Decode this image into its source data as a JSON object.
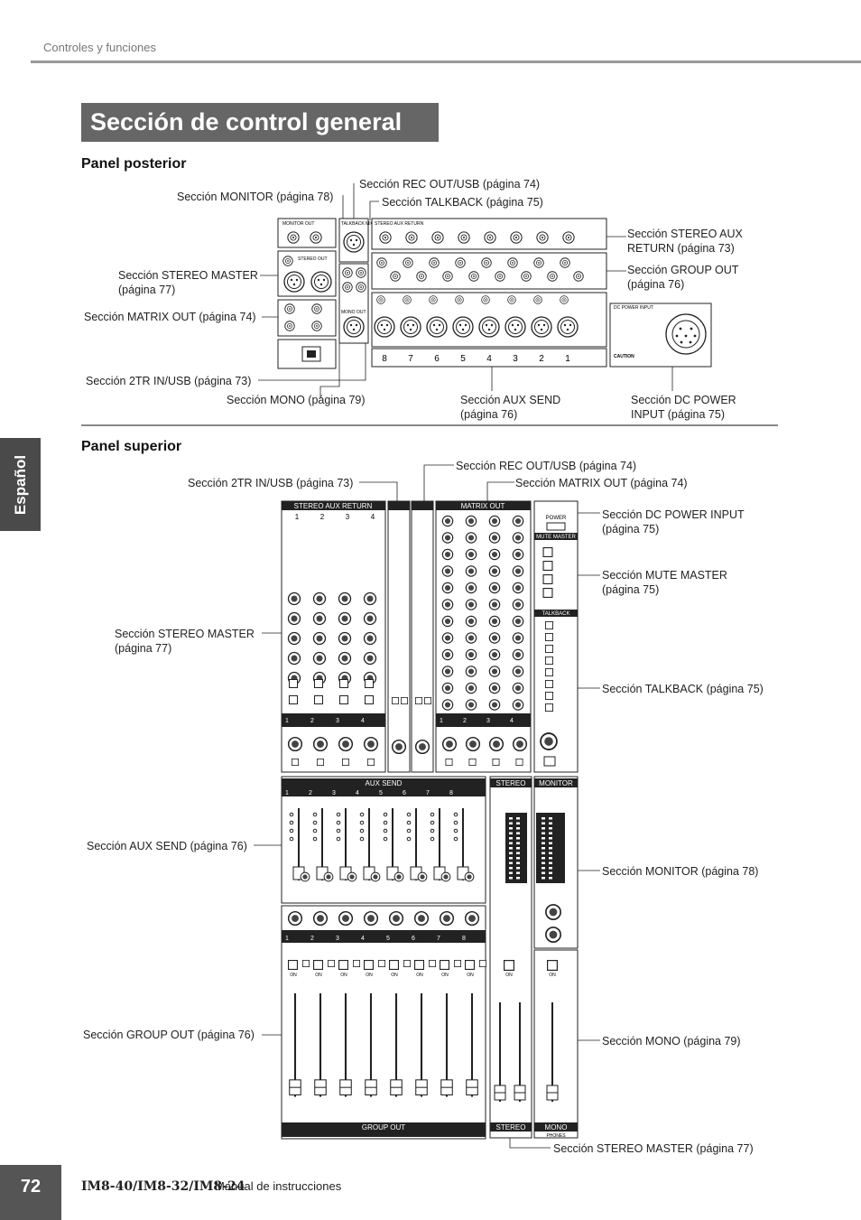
{
  "header": {
    "text": "Controles y funciones"
  },
  "title": "Sección de control general",
  "side_tab": "Español",
  "rear": {
    "heading": "Panel posterior",
    "labels": {
      "rec_out_usb": "Sección REC OUT/USB (página 74)",
      "talkback": "Sección TALKBACK (página 75)",
      "monitor": "Sección MONITOR (página 78)",
      "stereo_master_1": "Sección STEREO MASTER",
      "stereo_master_2": "(página 77)",
      "matrix_out": "Sección MATRIX OUT (página 74)",
      "twotr_in_usb": "Sección 2TR IN/USB (página 73)",
      "mono": "Sección MONO (página 79)",
      "aux_send_1": "Sección AUX SEND",
      "aux_send_2": "(página 76)",
      "dc_power_1": "Sección DC POWER",
      "dc_power_2": "INPUT (página 75)",
      "stereo_aux_return_1": "Sección STEREO AUX",
      "stereo_aux_return_2": "RETURN (página 73)",
      "group_out_1": "Sección GROUP OUT",
      "group_out_2": "(página 76)"
    },
    "panel_text": {
      "monitor_out": "MONITOR OUT",
      "talkback": "TALKBACK MIC IN",
      "stereo_aux_return": "STEREO AUX RETURN",
      "stereo_out": "STEREO OUT",
      "mono_out": "MONO OUT",
      "dc_power_input": "DC POWER INPUT",
      "caution": "CAUTION",
      "aux_send_numbers": [
        "8",
        "7",
        "6",
        "5",
        "4",
        "3",
        "2",
        "1"
      ]
    }
  },
  "top": {
    "heading": "Panel superior",
    "labels": {
      "rec_out_usb": "Sección REC OUT/USB (página 74)",
      "twotr_in_usb": "Sección 2TR IN/USB (página 73)",
      "matrix_out": "Sección MATRIX OUT (página 74)",
      "dc_power_1": "Sección DC POWER INPUT",
      "dc_power_2": "(página 75)",
      "mute_master_1": "Sección MUTE MASTER",
      "mute_master_2": "(página 75)",
      "stereo_master_1": "Sección STEREO MASTER",
      "stereo_master_2": "(página 77)",
      "talkback": "Sección TALKBACK (página 75)",
      "aux_send": "Sección AUX SEND (página 76)",
      "monitor": "Sección MONITOR (página 78)",
      "group_out": "Sección GROUP OUT (página 76)",
      "mono": "Sección MONO (página 79)",
      "stereo_master_bottom": "Sección STEREO MASTER (página 77)"
    },
    "panel_text": {
      "stereo_aux_return": "STEREO AUX RETURN",
      "matrix_out": "MATRIX OUT",
      "power": "POWER",
      "mute_master": "MUTE MASTER",
      "talkback": "TALKBACK",
      "aux_send": "AUX SEND",
      "stereo": "STEREO",
      "monitor": "MONITOR",
      "group_out": "GROUP  OUT",
      "mono": "MONO",
      "phones": "PHONES",
      "on": "ON",
      "numbers4": [
        "1",
        "2",
        "3",
        "4"
      ],
      "numbers8": [
        "1",
        "2",
        "3",
        "4",
        "5",
        "6",
        "7",
        "8"
      ]
    }
  },
  "footer": {
    "page": "72",
    "model": "IM8-40/IM8-32/IM8-24",
    "manual": "Manual de instrucciones"
  }
}
